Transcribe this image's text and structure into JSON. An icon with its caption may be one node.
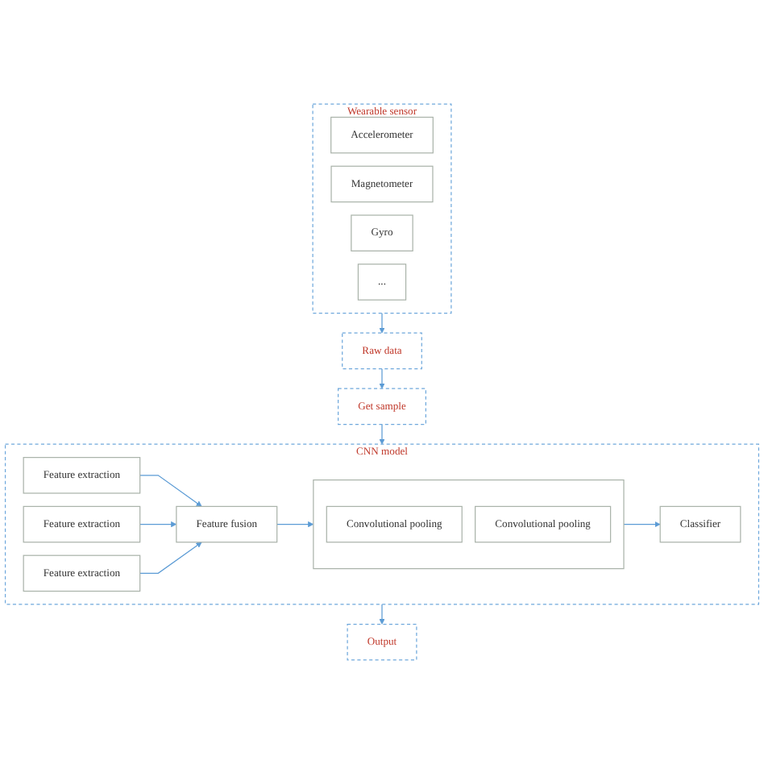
{
  "diagram": {
    "nodes": [
      {
        "text": [
          "Wearable sensor"
        ]
      },
      {
        "text": [
          "Accelerometer"
        ],
        "in": 0
      },
      {
        "text": [
          "Magnetometer"
        ],
        "in": 0
      },
      {
        "text": [
          "Gyro"
        ],
        "in": 0
      },
      {
        "text": [
          "..."
        ],
        "in": 0
      },
      {
        "text": [
          "Raw data"
        ]
      },
      {
        "text": [
          "Get sample"
        ]
      },
      {
        "text": [
          "CNN model"
        ]
      },
      {
        "text": [
          "Feature extraction"
        ],
        "in": 7
      },
      {
        "text": [
          "Feature extraction"
        ],
        "in": 7
      },
      {
        "text": [
          "Feature extraction"
        ],
        "in": 7
      },
      {
        "text": [
          "Feature fusion"
        ],
        "in": 7
      },
      {
        "text": [],
        "shape": "box",
        "in": 7
      },
      {
        "text": [
          "Convolutional pooling"
        ],
        "in": 12
      },
      {
        "text": [
          "Convolutional pooling"
        ],
        "in": 12
      },
      {
        "text": [
          "Classifier"
        ],
        "in": 7
      },
      {
        "text": [
          "Output"
        ]
      }
    ],
    "edges": [
      {
        "from": 0,
        "to": 5,
        "arrow": "to"
      },
      {
        "from": 5,
        "to": 6,
        "arrow": "to"
      },
      {
        "from": 6,
        "to": 7,
        "arrow": "to"
      },
      {
        "from": 8,
        "to": 11,
        "arrow": "to"
      },
      {
        "from": 9,
        "to": 11,
        "arrow": "to"
      },
      {
        "from": 10,
        "to": 11,
        "arrow": "to"
      },
      {
        "from": 11,
        "to": 12,
        "arrow": "to"
      },
      {
        "from": 12,
        "to": 15,
        "arrow": "to"
      },
      {
        "from": 7,
        "to": 16,
        "arrow": "to"
      }
    ]
  }
}
